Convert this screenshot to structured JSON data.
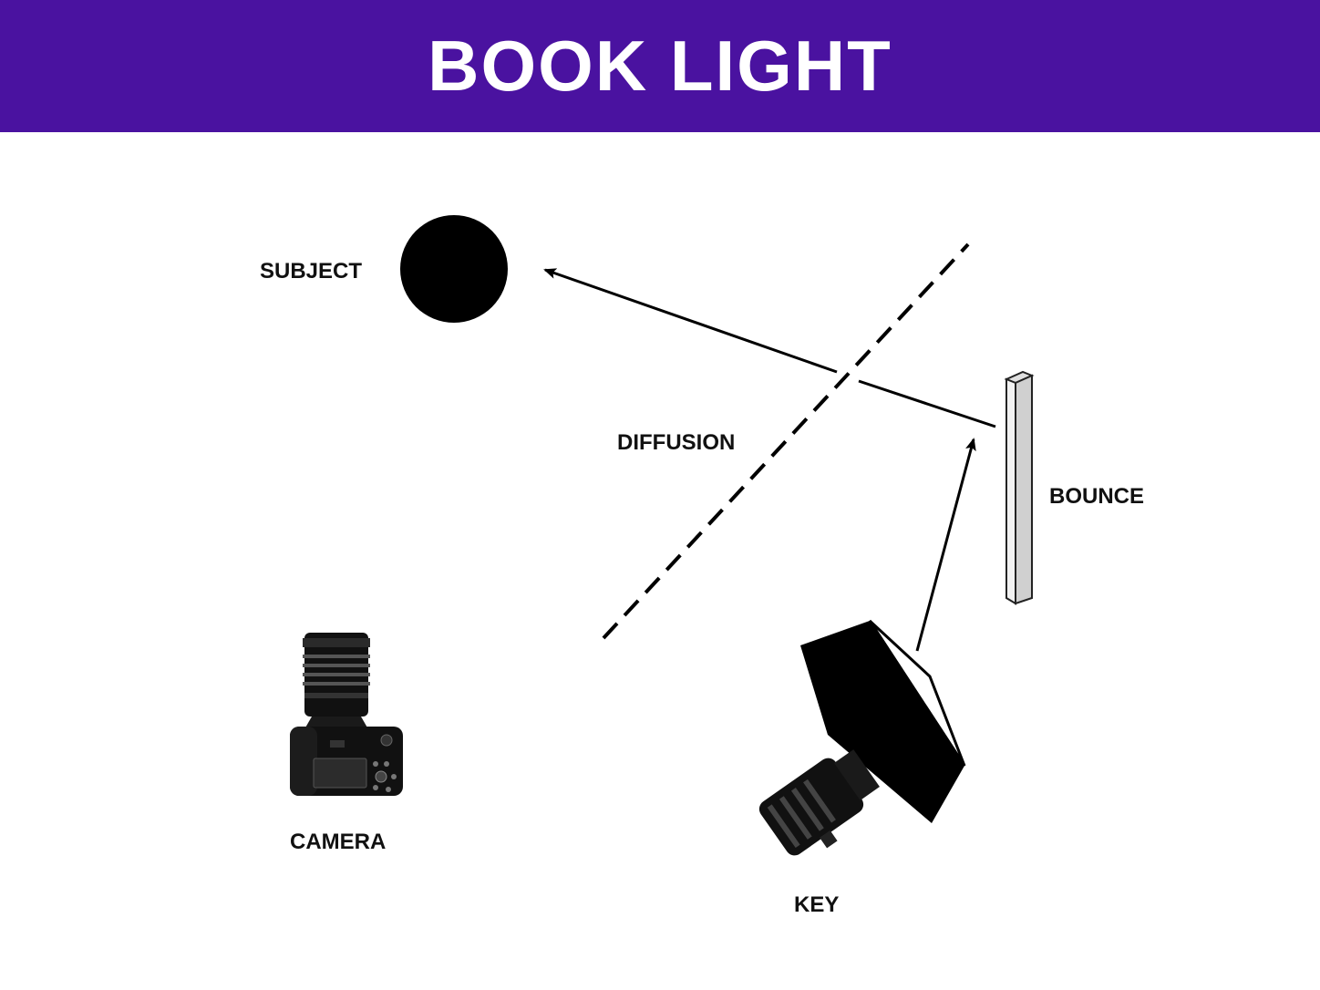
{
  "header": {
    "title": "BOOK LIGHT",
    "color": "#4a12a0"
  },
  "labels": {
    "subject": "SUBJECT",
    "diffusion": "DIFFUSION",
    "bounce": "BOUNCE",
    "camera": "CAMERA",
    "key": "KEY"
  },
  "icons": {
    "subject": "subject-circle",
    "camera": "camera-icon",
    "key": "key-light-softbox-icon",
    "bounce": "bounce-board",
    "diffusion": "diffusion-frame-dashed"
  }
}
